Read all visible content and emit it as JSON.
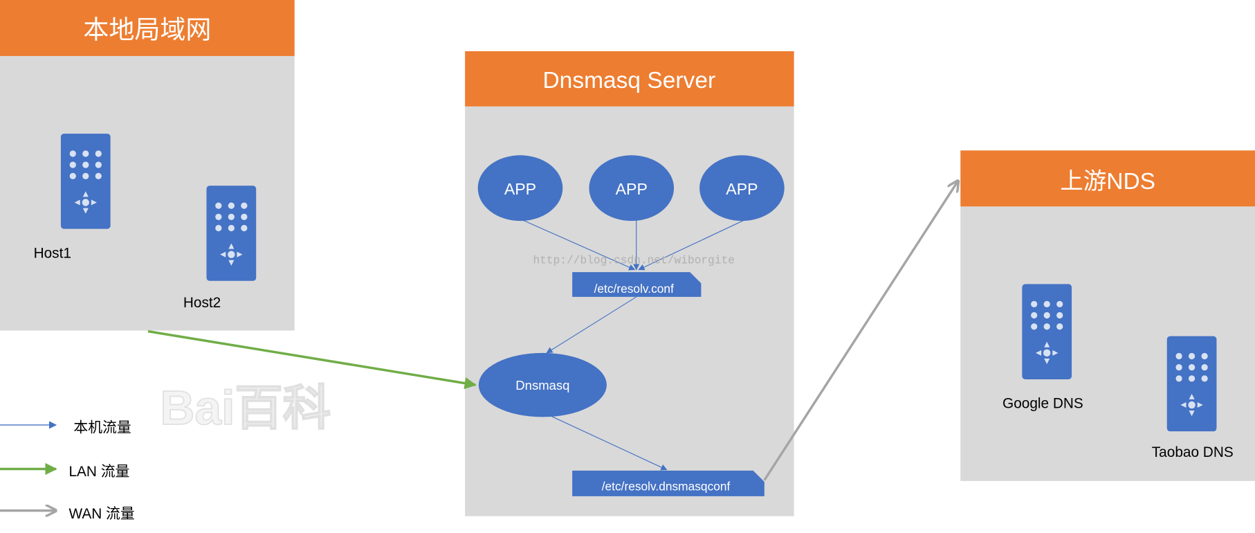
{
  "colors": {
    "header": "#ED7D31",
    "panel": "#D9D9D9",
    "node": "#4472C4",
    "local_flow": "#4472C4",
    "lan_flow": "#70AD47",
    "wan_flow": "#A5A5A5"
  },
  "lan": {
    "title": "本地局域网",
    "hosts": [
      {
        "label": "Host1",
        "icon": "remote-device-icon"
      },
      {
        "label": "Host2",
        "icon": "remote-device-icon"
      }
    ]
  },
  "server": {
    "title": "Dnsmasq Server",
    "apps": [
      "APP",
      "APP",
      "APP"
    ],
    "resolv_conf": "/etc/resolv.conf",
    "dnsmasq": "Dnsmasq",
    "dnsmasq_conf": "/etc/resolv.dnsmasqconf"
  },
  "upstream": {
    "title": "上游NDS",
    "servers": [
      {
        "label": "Google DNS",
        "icon": "remote-device-icon"
      },
      {
        "label": "Taobao DNS",
        "icon": "remote-device-icon"
      }
    ]
  },
  "legend": [
    {
      "label": "本机流量",
      "color": "#4472C4"
    },
    {
      "label": "LAN 流量",
      "color": "#70AD47"
    },
    {
      "label": "WAN 流量",
      "color": "#A5A5A5"
    }
  ],
  "watermarks": {
    "url": "http://blog.csdn.net/wiborgite",
    "logo": "Bai百科"
  }
}
